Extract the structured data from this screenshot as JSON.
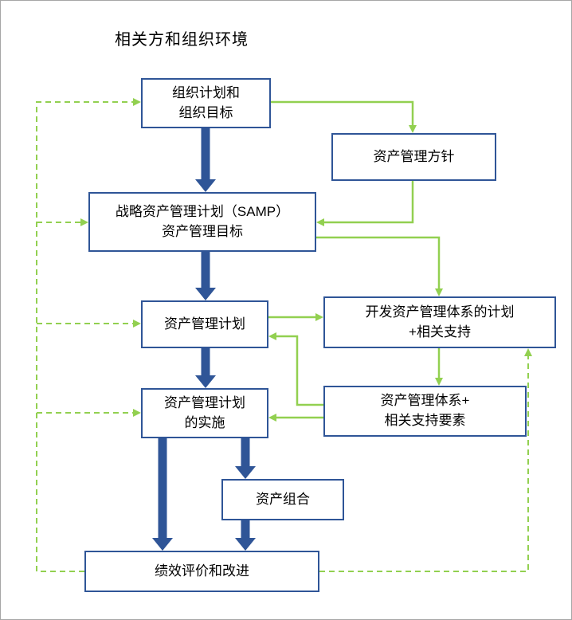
{
  "title": "相关方和组织环境",
  "colors": {
    "box_border": "#2F5597",
    "blue_arrow": "#2F5597",
    "green_arrow": "#92D050",
    "text": "#000000",
    "background": "#FFFFFF",
    "frame_border": "#A6A6A6"
  },
  "nodes": {
    "org_plan": {
      "label": "组织计划和\n组织目标"
    },
    "am_policy": {
      "label": "资产管理方针"
    },
    "samp": {
      "label": "战略资产管理计划（SAMP）\n资产管理目标"
    },
    "am_plans": {
      "label": "资产管理计划"
    },
    "dev_plan": {
      "label": "开发资产管理体系的计划\n+相关支持"
    },
    "am_system": {
      "label": "资产管理体系+\n相关支持要素"
    },
    "implementation": {
      "label": "资产管理计划\n的实施"
    },
    "portfolio": {
      "label": "资产组合"
    },
    "performance": {
      "label": "绩效评价和改进"
    }
  }
}
